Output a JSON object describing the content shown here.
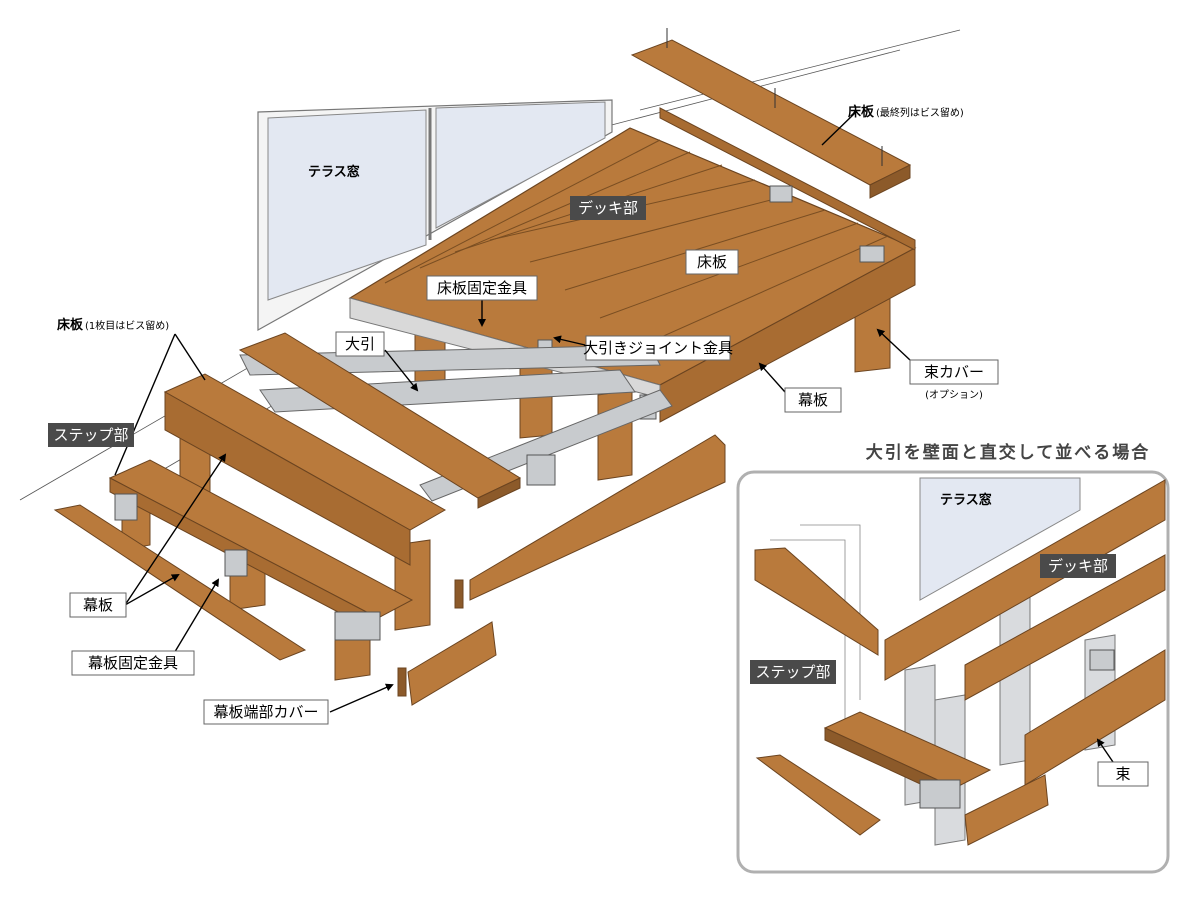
{
  "labels": {
    "terrace_window": "テラス窓",
    "floor_board_last": "床板",
    "floor_board_last_note": "(最終列はビス留め)",
    "deck_section": "デッキ部",
    "floor_board": "床板",
    "floor_fixing_bracket": "床板固定金具",
    "girder": "大引",
    "girder_joint_bracket": "大引きジョイント金具",
    "post_cover": "束カバー",
    "post_cover_option": "(オプション)",
    "skirt_board_right": "幕板",
    "floor_board_first": "床板",
    "floor_board_first_note": "(1枚目はビス留め)",
    "step_section": "ステップ部",
    "skirt_board_left": "幕板",
    "skirt_fixing_bracket": "幕板固定金具",
    "skirt_end_cover": "幕板端部カバー"
  },
  "inset": {
    "heading": "大引を壁面と直交して並べる場合",
    "terrace_window": "テラス窓",
    "deck_section": "デッキ部",
    "step_section": "ステップ部",
    "post": "束"
  },
  "colors": {
    "wood": "#b97a3c",
    "wood_dark": "#8c5a2a",
    "wood_light": "#cf9457",
    "metal": "#c8cbce",
    "glass": "#e3e8f2",
    "dark_label": "#4a4a4a",
    "inset_border": "#b0b0b0"
  }
}
